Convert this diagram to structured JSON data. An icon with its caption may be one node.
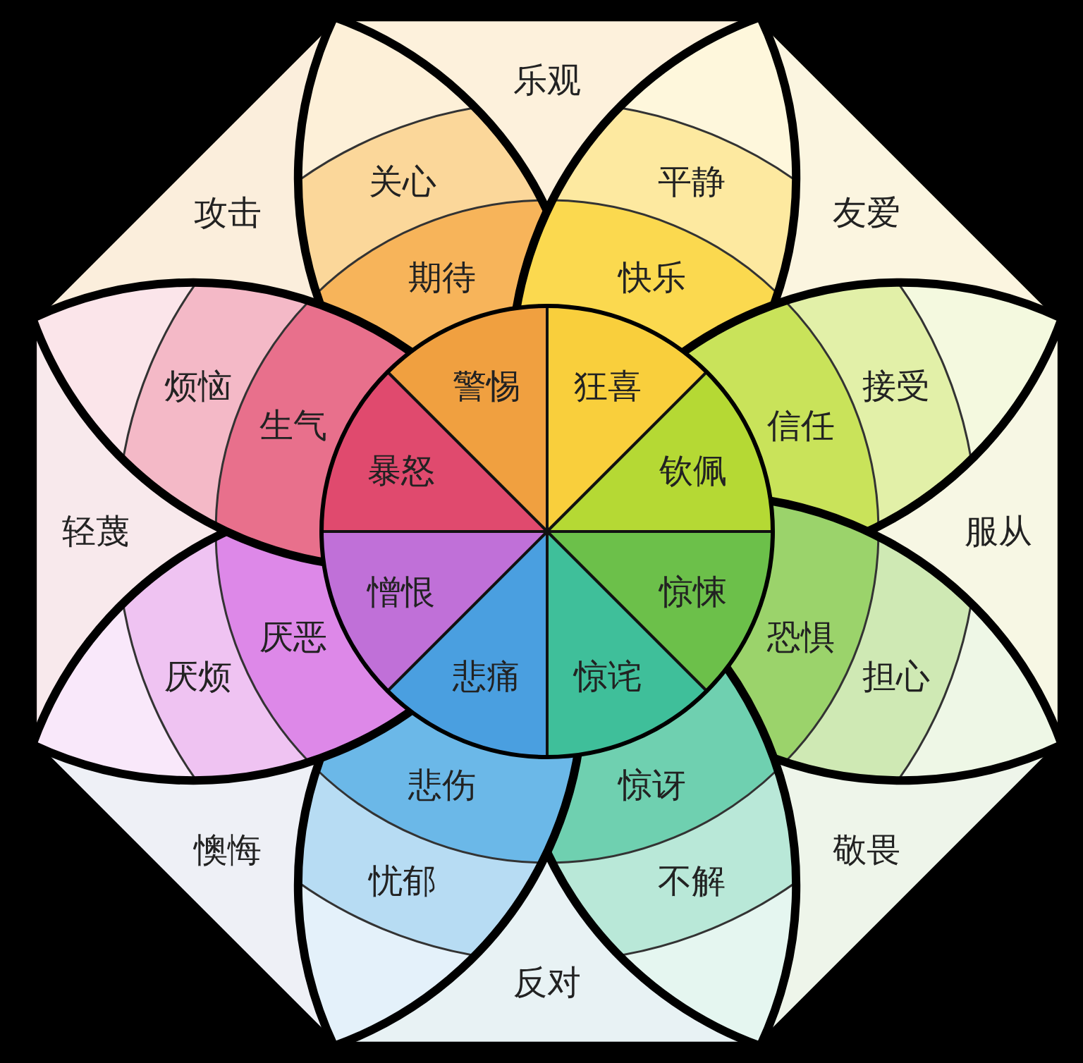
{
  "diagram": {
    "nodes": [
      {
        "text": [
          "关心"
        ]
      },
      {
        "text": [
          "期待"
        ]
      },
      {
        "text": [
          "警惕"
        ]
      },
      {
        "text": [
          "平静"
        ]
      },
      {
        "text": [
          "快乐"
        ]
      },
      {
        "text": [
          "狂喜"
        ]
      },
      {
        "text": [
          "接受"
        ]
      },
      {
        "text": [
          "信任"
        ]
      },
      {
        "text": [
          "钦佩"
        ]
      },
      {
        "text": [
          "担心"
        ]
      },
      {
        "text": [
          "恐惧"
        ]
      },
      {
        "text": [
          "惊悚"
        ]
      },
      {
        "text": [
          "不解"
        ]
      },
      {
        "text": [
          "惊讶"
        ]
      },
      {
        "text": [
          "惊诧"
        ]
      },
      {
        "text": [
          "忧郁"
        ]
      },
      {
        "text": [
          "悲伤"
        ]
      },
      {
        "text": [
          "悲痛"
        ]
      },
      {
        "text": [
          "厌烦"
        ]
      },
      {
        "text": [
          "厌恶"
        ]
      },
      {
        "text": [
          "憎恨"
        ]
      },
      {
        "text": [
          "烦恼"
        ]
      },
      {
        "text": [
          "生气"
        ]
      },
      {
        "text": [
          "暴怒"
        ]
      },
      {
        "text": [
          "乐观"
        ]
      },
      {
        "text": [
          "友爱"
        ]
      },
      {
        "text": [
          "服从"
        ]
      },
      {
        "text": [
          "敬畏"
        ]
      },
      {
        "text": [
          "反对"
        ]
      },
      {
        "text": [
          "懊悔"
        ]
      },
      {
        "text": [
          "轻蔑"
        ]
      },
      {
        "text": [
          "攻击"
        ]
      }
    ]
  }
}
